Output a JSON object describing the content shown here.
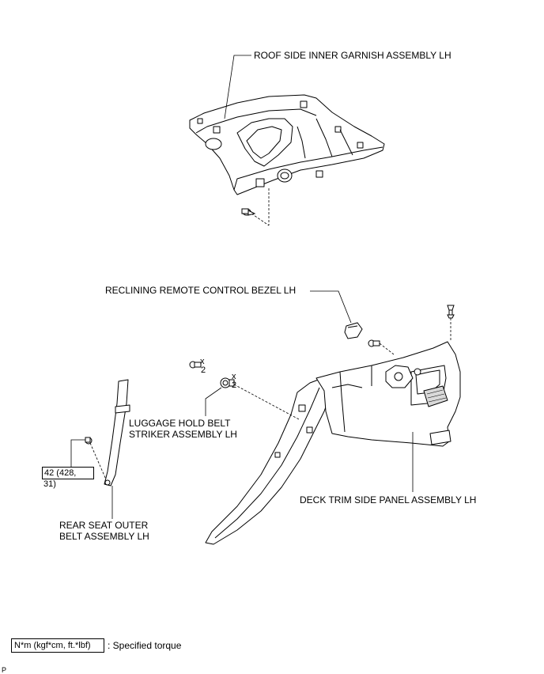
{
  "labels": {
    "roof_garnish": "ROOF SIDE INNER GARNISH ASSEMBLY LH",
    "reclining_bezel": "RECLINING REMOTE CONTROL BEZEL LH",
    "luggage_line1": "LUGGAGE HOLD BELT",
    "luggage_line2": "STRIKER ASSEMBLY LH",
    "deck_trim": "DECK TRIM SIDE PANEL ASSEMBLY LH",
    "rear_belt_line1": "REAR SEAT OUTER",
    "rear_belt_line2": "BELT ASSEMBLY LH"
  },
  "quantities": {
    "bolt_x": "x",
    "bolt_count": "2",
    "nut_x": "x",
    "nut_count": "2"
  },
  "torque": {
    "line1": "42 (428,",
    "line2": "31)"
  },
  "legend": {
    "box_text": "N*m (kgf*cm, ft.*lbf)",
    "description": ": Specified torque"
  },
  "corner_mark": "P",
  "colors": {
    "line": "#000000",
    "fill": "#ffffff",
    "shade": "#d9d9d9"
  }
}
